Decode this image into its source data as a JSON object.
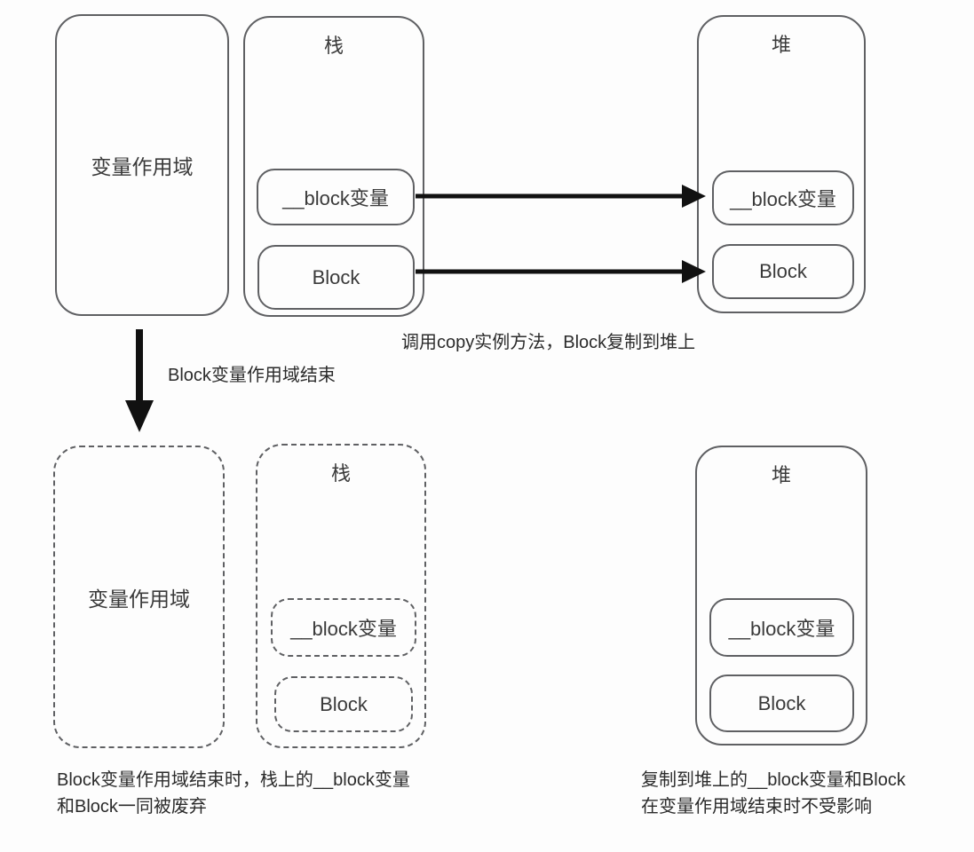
{
  "colors": {
    "box_border": "#5f6063",
    "text": "#3a3a3a",
    "caption_text": "#2b2b2b",
    "arrow": "#111111",
    "background": "#fdfdfd"
  },
  "top": {
    "scope_box": {
      "label": "变量作用域"
    },
    "stack_box": {
      "title": "栈",
      "items": [
        {
          "label": "__block变量"
        },
        {
          "label": "Block"
        }
      ]
    },
    "heap_box": {
      "title": "堆",
      "items": [
        {
          "label": "__block变量"
        },
        {
          "label": "Block"
        }
      ]
    },
    "copy_caption": "调用copy实例方法，Block复制到堆上",
    "scope_end_label": "Block变量作用域结束"
  },
  "bottom": {
    "scope_box": {
      "label": "变量作用域"
    },
    "stack_box": {
      "title": "栈",
      "items": [
        {
          "label": "__block变量"
        },
        {
          "label": "Block"
        }
      ]
    },
    "heap_box": {
      "title": "堆",
      "items": [
        {
          "label": "__block变量"
        },
        {
          "label": "Block"
        }
      ]
    },
    "stack_caption_line1": "Block变量作用域结束时，栈上的__block变量",
    "stack_caption_line2": "和Block一同被废弃",
    "heap_caption_line1": "复制到堆上的__block变量和Block",
    "heap_caption_line2": "在变量作用域结束时不受影响"
  }
}
